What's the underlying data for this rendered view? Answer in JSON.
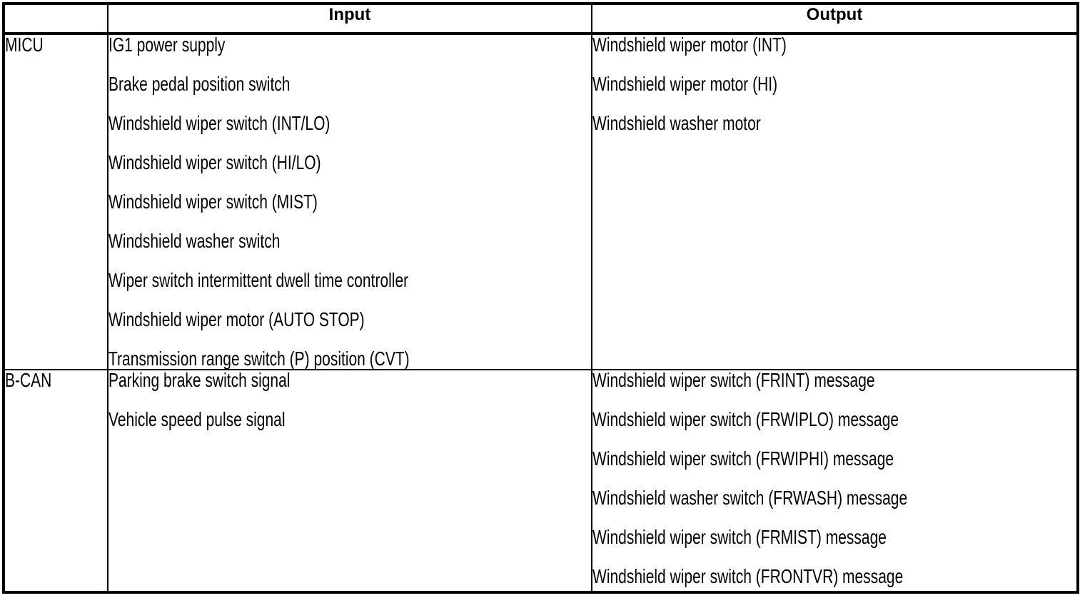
{
  "page": {
    "background_color": "#ffffff",
    "border_color": "#000000",
    "text_color": "#000000"
  },
  "table": {
    "header": {
      "corner": "",
      "input": "Input",
      "output": "Output"
    },
    "rows": [
      {
        "source": "MICU",
        "inputs": [
          "IG1 power supply",
          "Brake pedal position switch",
          "Windshield wiper switch (INT/LO)",
          "Windshield wiper switch (HI/LO)",
          "Windshield wiper switch (MIST)",
          "Windshield washer switch",
          "Wiper switch intermittent dwell time controller",
          "Windshield wiper motor (AUTO STOP)",
          "Transmission range switch (P) position (CVT)"
        ],
        "outputs": [
          "Windshield wiper motor (INT)",
          "Windshield wiper motor (HI)",
          "Windshield washer motor"
        ]
      },
      {
        "source": "B-CAN",
        "inputs": [
          "Parking brake switch signal",
          "Vehicle speed pulse signal"
        ],
        "outputs": [
          "Windshield wiper switch (FRINT) message",
          "Windshield wiper switch (FRWIPLO) message",
          "Windshield wiper switch (FRWIPHI) message",
          "Windshield washer switch (FRWASH) message",
          "Windshield wiper switch (FRMIST) message",
          "Windshield wiper switch (FRONTVR) message"
        ]
      }
    ]
  }
}
